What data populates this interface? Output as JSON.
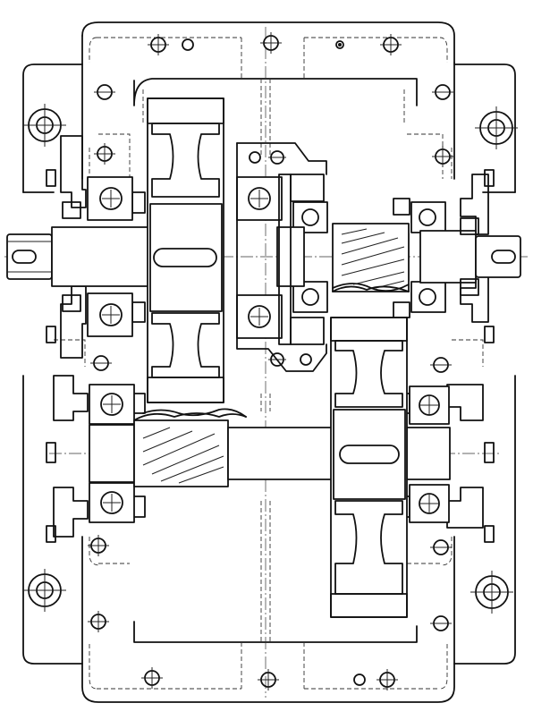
{
  "title": "",
  "drawing": {
    "kind": "two-stage spur gear reducer, plan view section",
    "colors": {
      "line": "#111111",
      "background": "#ffffff"
    },
    "shafts": [
      {
        "id": "input",
        "features": [
          "keyway-left",
          "oil-seal-left",
          "bearings",
          "gear-wheel",
          "pinion",
          "oil-seal-right",
          "keyway-right"
        ]
      },
      {
        "id": "output",
        "features": [
          "bearings",
          "helical-pinion",
          "gear-wheel-with-keyway"
        ]
      }
    ],
    "fasteners": [
      "bolt",
      "bolt",
      "bolt",
      "bolt",
      "dowel",
      "bolt",
      "bolt",
      "bolt"
    ],
    "mounting_holes": 4
  }
}
